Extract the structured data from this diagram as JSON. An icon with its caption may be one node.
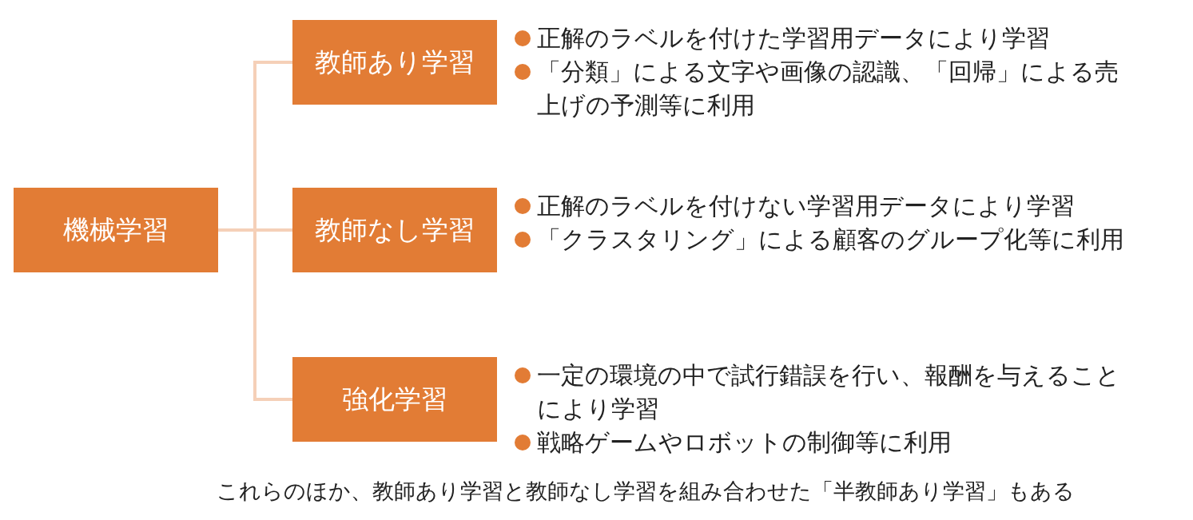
{
  "diagram": {
    "nodes": [
      {
        "text": [
          "機械学習"
        ]
      },
      {
        "text": [
          "教師あり学習"
        ],
        "beside": [
          "正解のラベルを付けた学習用データにより学習",
          "「分類」による文字や画像の認識、「回帰」による売上げの予測等に利用"
        ]
      },
      {
        "text": [
          "教師なし学習"
        ],
        "beside": [
          "正解のラベルを付けない学習用データにより学習",
          "「クラスタリング」による顧客のグループ化等に利用"
        ]
      },
      {
        "text": [
          "強化学習"
        ],
        "beside": [
          "一定の環境の中で試行錯誤を行い、報酬を与えることにより学習",
          "戦略ゲームやロボットの制御等に利用"
        ]
      }
    ],
    "edges": [
      {
        "from": 0,
        "to": 1,
        "arrow": "none",
        "color": "#f5d0b8"
      },
      {
        "from": 0,
        "to": 2,
        "arrow": "none",
        "color": "#f5d0b8"
      },
      {
        "from": 0,
        "to": 3,
        "arrow": "none",
        "color": "#f5d0b8"
      }
    ],
    "labels": [
      "これらのほか、教師あり学習と教師なし学習を組み合わせた「半教師あり学習」もある"
    ]
  }
}
